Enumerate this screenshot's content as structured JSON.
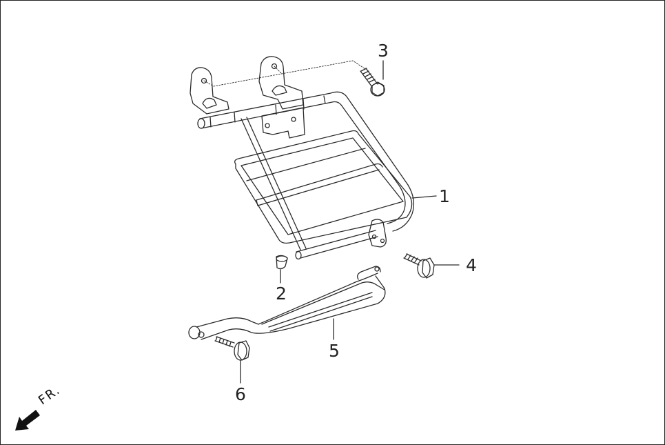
{
  "diagram": {
    "type": "exploded-parts-diagram",
    "subject": "rear carrier rack assembly",
    "callouts": [
      {
        "id": "1",
        "label": "1",
        "part": "rack-frame"
      },
      {
        "id": "2",
        "label": "2",
        "part": "rubber-cap"
      },
      {
        "id": "3",
        "label": "3",
        "part": "flange-bolt-upper"
      },
      {
        "id": "4",
        "label": "4",
        "part": "flange-bolt-right"
      },
      {
        "id": "5",
        "label": "5",
        "part": "lower-support-bar"
      },
      {
        "id": "6",
        "label": "6",
        "part": "flange-bolt-lower"
      }
    ],
    "direction_indicator": {
      "label": "FR.",
      "icon": "front-arrow-icon"
    },
    "colors": {
      "line": "#222222",
      "background": "#ffffff"
    }
  }
}
